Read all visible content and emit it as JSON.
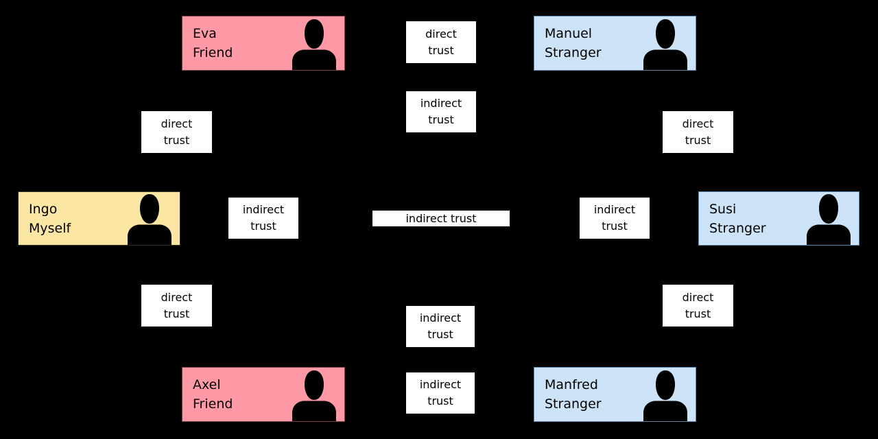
{
  "diagram": {
    "type": "web-of-trust",
    "background": "#000000",
    "palette": {
      "friend_fill": "#ff99a5",
      "stranger_fill": "#cce3f8",
      "stranger_border": "#5f87a8",
      "myself_fill": "#fbe7a3",
      "label_background": "#ffffff",
      "text_color": "#000000",
      "silhouette_color": "#000000"
    },
    "nodes": [
      {
        "id": "eva",
        "name": "Eva",
        "role": "Friend",
        "kind": "friend",
        "fill": "#ff99a5"
      },
      {
        "id": "manuel",
        "name": "Manuel",
        "role": "Stranger",
        "kind": "stranger",
        "fill": "#cce3f8"
      },
      {
        "id": "ingo",
        "name": "Ingo",
        "role": "Myself",
        "kind": "myself",
        "fill": "#fbe7a3"
      },
      {
        "id": "susi",
        "name": "Susi",
        "role": "Stranger",
        "kind": "stranger",
        "fill": "#cce3f8"
      },
      {
        "id": "axel",
        "name": "Axel",
        "role": "Friend",
        "kind": "friend",
        "fill": "#ff99a5"
      },
      {
        "id": "manfred",
        "name": "Manfred",
        "role": "Stranger",
        "kind": "stranger",
        "fill": "#cce3f8"
      }
    ],
    "labels": [
      {
        "id": "top-center",
        "trust": "direct",
        "text": "direct\ntrust"
      },
      {
        "id": "upper-center",
        "trust": "indirect",
        "text": "indirect\ntrust"
      },
      {
        "id": "upper-left",
        "trust": "direct",
        "text": "direct\ntrust"
      },
      {
        "id": "upper-right",
        "trust": "direct",
        "text": "direct\ntrust"
      },
      {
        "id": "middle-left",
        "trust": "indirect",
        "text": "indirect\ntrust"
      },
      {
        "id": "center",
        "trust": "indirect",
        "text": "indirect trust"
      },
      {
        "id": "middle-right",
        "trust": "indirect",
        "text": "indirect\ntrust"
      },
      {
        "id": "lower-left",
        "trust": "direct",
        "text": "direct\ntrust"
      },
      {
        "id": "lower-right",
        "trust": "direct",
        "text": "direct\ntrust"
      },
      {
        "id": "lower-center",
        "trust": "indirect",
        "text": "indirect\ntrust"
      },
      {
        "id": "bottom-center",
        "trust": "indirect",
        "text": "indirect\ntrust"
      }
    ]
  }
}
